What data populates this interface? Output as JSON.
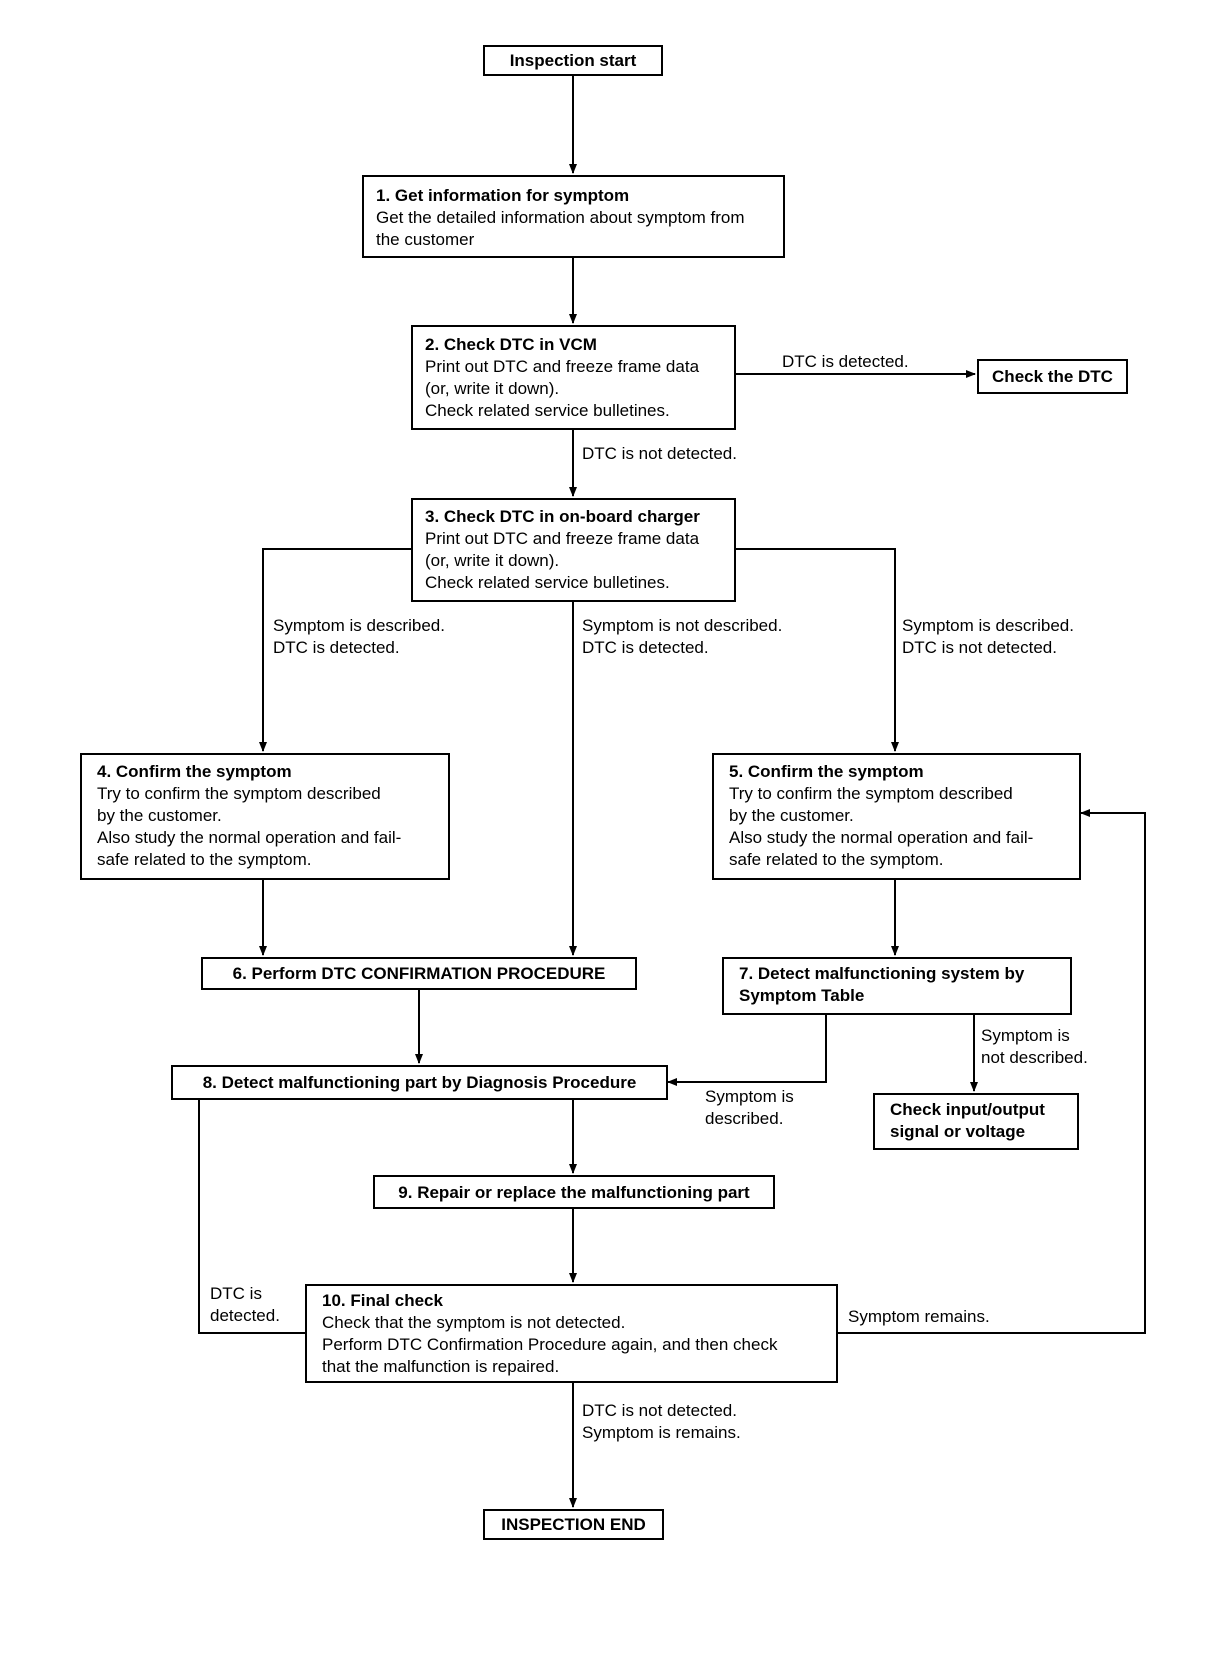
{
  "nodes": {
    "start": "Inspection start",
    "n1": {
      "title": "1. Get information for symptom",
      "lines": [
        "Get the detailed information about symptom from",
        "the customer"
      ]
    },
    "n2": {
      "title": "2. Check DTC in VCM",
      "lines": [
        "Print out DTC and freeze frame data",
        "(or, write it down).",
        "Check related service bulletines."
      ]
    },
    "check_dtc": "Check the DTC",
    "n3": {
      "title": "3. Check DTC in on-board charger",
      "lines": [
        "Print out DTC and freeze frame data",
        "(or, write it down).",
        "Check related service bulletines."
      ]
    },
    "n4": {
      "title": "4. Confirm the symptom",
      "lines": [
        "Try to confirm the symptom described",
        "by the customer.",
        "Also study the normal operation and fail-",
        "safe related to the symptom."
      ]
    },
    "n5": {
      "title": "5. Confirm the symptom",
      "lines": [
        "Try to confirm the symptom described",
        "by the customer.",
        "Also study the normal operation and fail-",
        "safe related to the symptom."
      ]
    },
    "n6": "6. Perform DTC CONFIRMATION PROCEDURE",
    "n7": {
      "lines": [
        "7. Detect malfunctioning system by",
        "Symptom Table"
      ]
    },
    "n8": "8. Detect malfunctioning part by Diagnosis Procedure",
    "io": {
      "lines": [
        "Check input/output",
        "signal or voltage"
      ]
    },
    "n9": "9. Repair or replace the malfunctioning part",
    "n10": {
      "title": "10. Final check",
      "lines": [
        "Check that the symptom is not detected.",
        "Perform DTC Confirmation Procedure again, and then check",
        "that the malfunction is repaired."
      ]
    },
    "end": "INSPECTION END"
  },
  "edge_labels": {
    "dtc_detected": "DTC is detected.",
    "dtc_not_detected": "DTC is not detected.",
    "left": [
      "Symptom is described.",
      "DTC is detected."
    ],
    "middle": [
      "Symptom is not described.",
      "DTC is detected."
    ],
    "right": [
      "Symptom is described.",
      "DTC is not detected."
    ],
    "sym_not_described": [
      "Symptom is",
      "not described."
    ],
    "sym_described": [
      "Symptom is",
      "described."
    ],
    "dtc_is_detected": [
      "DTC is",
      "detected."
    ],
    "symptom_remains": "Symptom remains.",
    "final": [
      "DTC is not detected.",
      "Symptom is remains."
    ]
  }
}
